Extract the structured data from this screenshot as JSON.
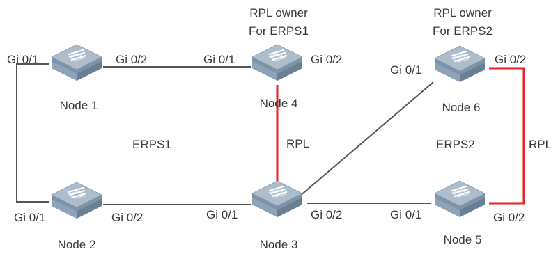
{
  "colors": {
    "link": "#555555",
    "rpl": "#e8202a",
    "switch_top": "#aebdcc",
    "switch_side": "#6f8599",
    "switch_front": "#8ea3b7",
    "text": "#3a3a3a"
  },
  "nodes": [
    {
      "id": "node1",
      "label": "Node 1",
      "icon": "switch-icon"
    },
    {
      "id": "node2",
      "label": "Node 2",
      "icon": "switch-icon"
    },
    {
      "id": "node3",
      "label": "Node 3",
      "icon": "switch-icon"
    },
    {
      "id": "node4",
      "label": "Node 4",
      "icon": "switch-icon"
    },
    {
      "id": "node5",
      "label": "Node 5",
      "icon": "switch-icon"
    },
    {
      "id": "node6",
      "label": "Node 6",
      "icon": "switch-icon"
    }
  ],
  "owners": {
    "erps1": {
      "line1": "RPL owner",
      "line2": "For ERPS1"
    },
    "erps2": {
      "line1": "RPL owner",
      "line2": "For ERPS2"
    }
  },
  "rings": {
    "erps1": "ERPS1",
    "erps2": "ERPS2"
  },
  "rpl_label": "RPL",
  "ports": {
    "n1_p1": "Gi 0/1",
    "n1_p2": "Gi 0/2",
    "n4_p1": "Gi 0/1",
    "n4_p2": "Gi 0/2",
    "n6_p1": "Gi 0/1",
    "n6_p2": "Gi 0/2",
    "n2_p1": "Gi 0/1",
    "n2_p2": "Gi 0/2",
    "n3_p1": "Gi 0/1",
    "n3_p2": "Gi 0/2",
    "n5_p1": "Gi 0/1",
    "n5_p2": "Gi 0/2"
  }
}
